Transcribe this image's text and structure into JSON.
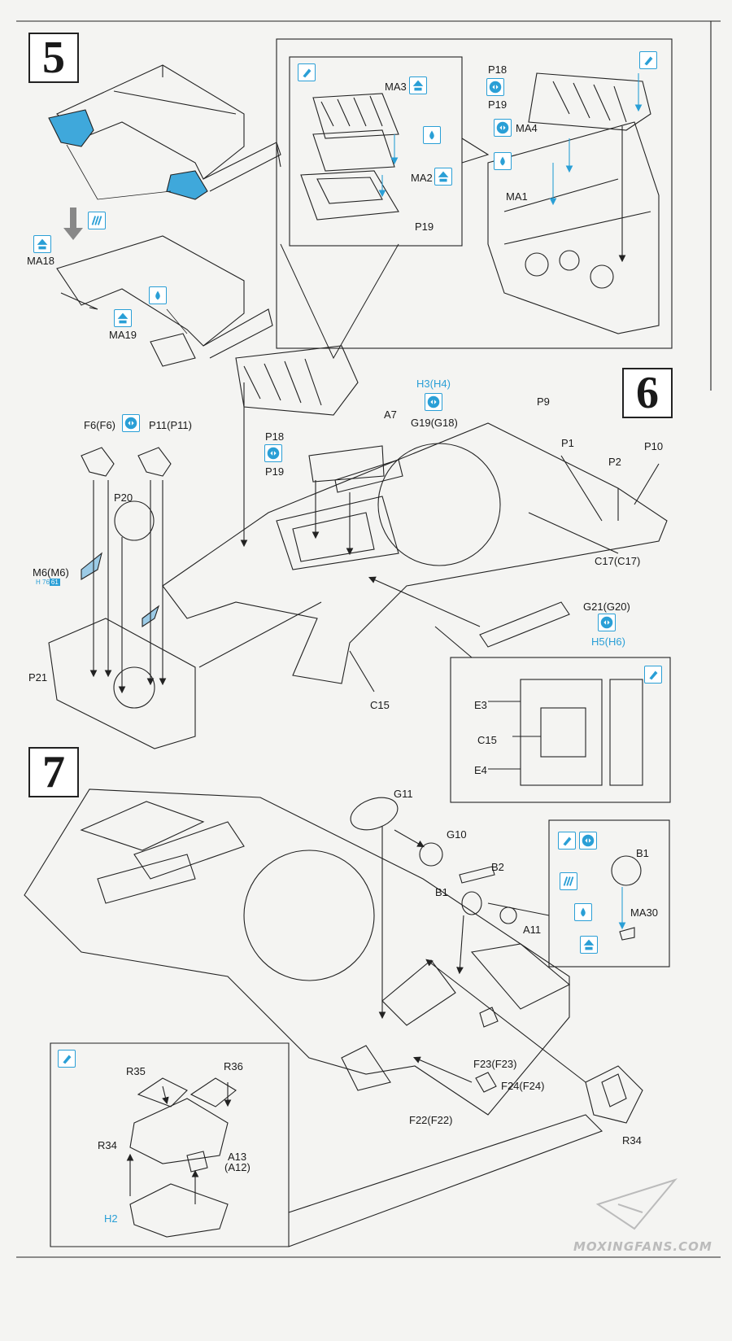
{
  "steps": [
    "5",
    "6",
    "7"
  ],
  "labels": {
    "ma3": "MA3",
    "ma2": "MA2",
    "p19_inset": "P19",
    "p18_top": "P18",
    "p19_top": "P19",
    "ma4": "MA4",
    "ma1": "MA1",
    "ma18": "MA18",
    "ma19": "MA19",
    "p18": "P18",
    "p19": "P19",
    "a7": "A7",
    "h3": "H3(H4)",
    "g19": "G19(G18)",
    "p9": "P9",
    "p1": "P1",
    "p2": "P2",
    "p10": "P10",
    "f6": "F6(F6)",
    "p11": "P11(P11)",
    "p20": "P20",
    "m6": "M6(M6)",
    "p21": "P21",
    "c17": "C17(C17)",
    "g21": "G21(G20)",
    "h5": "H5(H6)",
    "c15": "C15",
    "e3": "E3",
    "c15_inset": "C15",
    "e4": "E4",
    "g11": "G11",
    "g10": "G10",
    "b2": "B2",
    "b1": "B1",
    "a11": "A11",
    "b1_inset": "B1",
    "ma30": "MA30",
    "r35": "R35",
    "r36": "R36",
    "r34_inset": "R34",
    "a13": "A13",
    "a12": "(A12)",
    "h2": "H2",
    "f23": "F23(F23)",
    "f24": "F24(F24)",
    "f22": "F22(F22)",
    "r34": "R34"
  },
  "part_code": {
    "prefix": "H",
    "num": "76",
    "box": "61"
  },
  "watermark": "MOXINGFANS.COM",
  "colors": {
    "accent": "#2a9fd6",
    "highlight": "#3fa8db",
    "line": "#222222"
  }
}
